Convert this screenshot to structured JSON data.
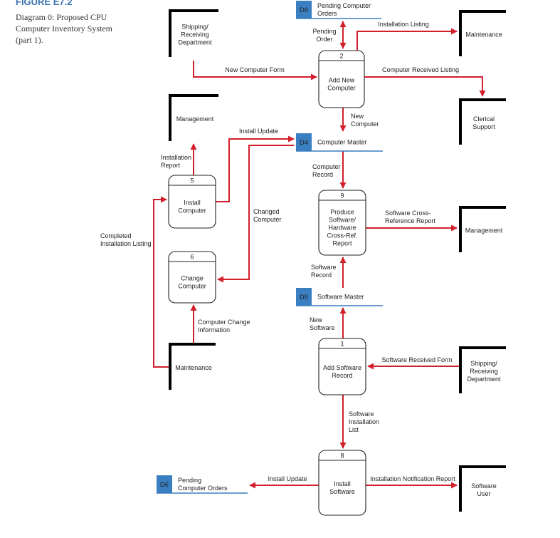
{
  "figure": {
    "label": "FIGURE E7.2",
    "caption": [
      "Diagram 0: Proposed CPU",
      "Computer Inventory System",
      "(part 1)."
    ]
  },
  "colors": {
    "flow": "#d21f2c",
    "store_id_fill": "#3a7fc1",
    "store_line": "#3a7fc1",
    "shadow": "#000000",
    "text": "#222222"
  },
  "processes": [
    {
      "key": "p2",
      "id": "2",
      "lines": [
        "Add New",
        "Computer"
      ]
    },
    {
      "key": "p9",
      "id": "9",
      "lines": [
        "Produce",
        "Software/",
        "Hardware",
        "Cross-Ref.",
        "Report"
      ]
    },
    {
      "key": "p5",
      "id": "5",
      "lines": [
        "Install",
        "Computer"
      ]
    },
    {
      "key": "p6",
      "id": "6",
      "lines": [
        "Change",
        "Computer"
      ]
    },
    {
      "key": "p1",
      "id": "1",
      "lines": [
        "Add Software",
        "Record"
      ]
    },
    {
      "key": "p8",
      "id": "8",
      "lines": [
        "Install",
        "Software"
      ]
    }
  ],
  "entities": [
    {
      "key": "e-shipping-top",
      "lines": [
        "Shipping/",
        "Receiving",
        "Department"
      ]
    },
    {
      "key": "e-maintenance-top",
      "lines": [
        "Maintenance"
      ]
    },
    {
      "key": "e-clerical",
      "lines": [
        "Clerical",
        "Support"
      ]
    },
    {
      "key": "e-management-left",
      "lines": [
        "Management"
      ]
    },
    {
      "key": "e-management-right",
      "lines": [
        "Management"
      ]
    },
    {
      "key": "e-maintenance-left",
      "lines": [
        "Maintenance"
      ]
    },
    {
      "key": "e-shipping-right",
      "lines": [
        "Shipping/",
        "Receiving",
        "Department"
      ]
    },
    {
      "key": "e-software-user",
      "lines": [
        "Software",
        "User"
      ]
    }
  ],
  "stores": [
    {
      "key": "s-d6-top",
      "id": "D6",
      "lines": [
        "Pending Computer",
        "Orders"
      ]
    },
    {
      "key": "s-d4",
      "id": "D4",
      "lines": [
        "Computer Master"
      ]
    },
    {
      "key": "s-d5",
      "id": "D5",
      "lines": [
        "Software Master"
      ]
    },
    {
      "key": "s-d6-bottom",
      "id": "D6",
      "lines": [
        "Pending",
        "Computer Orders"
      ]
    }
  ],
  "flows": [
    {
      "key": "f-pending-order",
      "lines": [
        "Pending",
        "Order"
      ]
    },
    {
      "key": "f-install-listing",
      "lines": [
        "Installation Listing"
      ]
    },
    {
      "key": "f-new-computer-form",
      "lines": [
        "New Computer Form"
      ]
    },
    {
      "key": "f-computer-received",
      "lines": [
        "Computer Received Listing"
      ]
    },
    {
      "key": "f-new-computer",
      "lines": [
        "New",
        "Computer"
      ]
    },
    {
      "key": "f-install-update-top",
      "lines": [
        "Install Update"
      ]
    },
    {
      "key": "f-installation-report",
      "lines": [
        "Installation",
        "Report"
      ]
    },
    {
      "key": "f-computer-record",
      "lines": [
        "Computer",
        "Record"
      ]
    },
    {
      "key": "f-changed-computer",
      "lines": [
        "Changed",
        "Computer"
      ]
    },
    {
      "key": "f-software-cross-ref",
      "lines": [
        "Software Cross-",
        "Reference Report"
      ]
    },
    {
      "key": "f-completed-install",
      "lines": [
        "Completed",
        "Installation Listing"
      ]
    },
    {
      "key": "f-software-record",
      "lines": [
        "Software",
        "Record"
      ]
    },
    {
      "key": "f-computer-change-info",
      "lines": [
        "Computer Change",
        "Information"
      ]
    },
    {
      "key": "f-new-software",
      "lines": [
        "New",
        "Software"
      ]
    },
    {
      "key": "f-software-received-form",
      "lines": [
        "Software Received Form"
      ]
    },
    {
      "key": "f-software-install-list",
      "lines": [
        "Software",
        "Installation",
        "List"
      ]
    },
    {
      "key": "f-install-update-bottom",
      "lines": [
        "Install Update"
      ]
    },
    {
      "key": "f-install-notification",
      "lines": [
        "Installation Notification Report"
      ]
    }
  ]
}
